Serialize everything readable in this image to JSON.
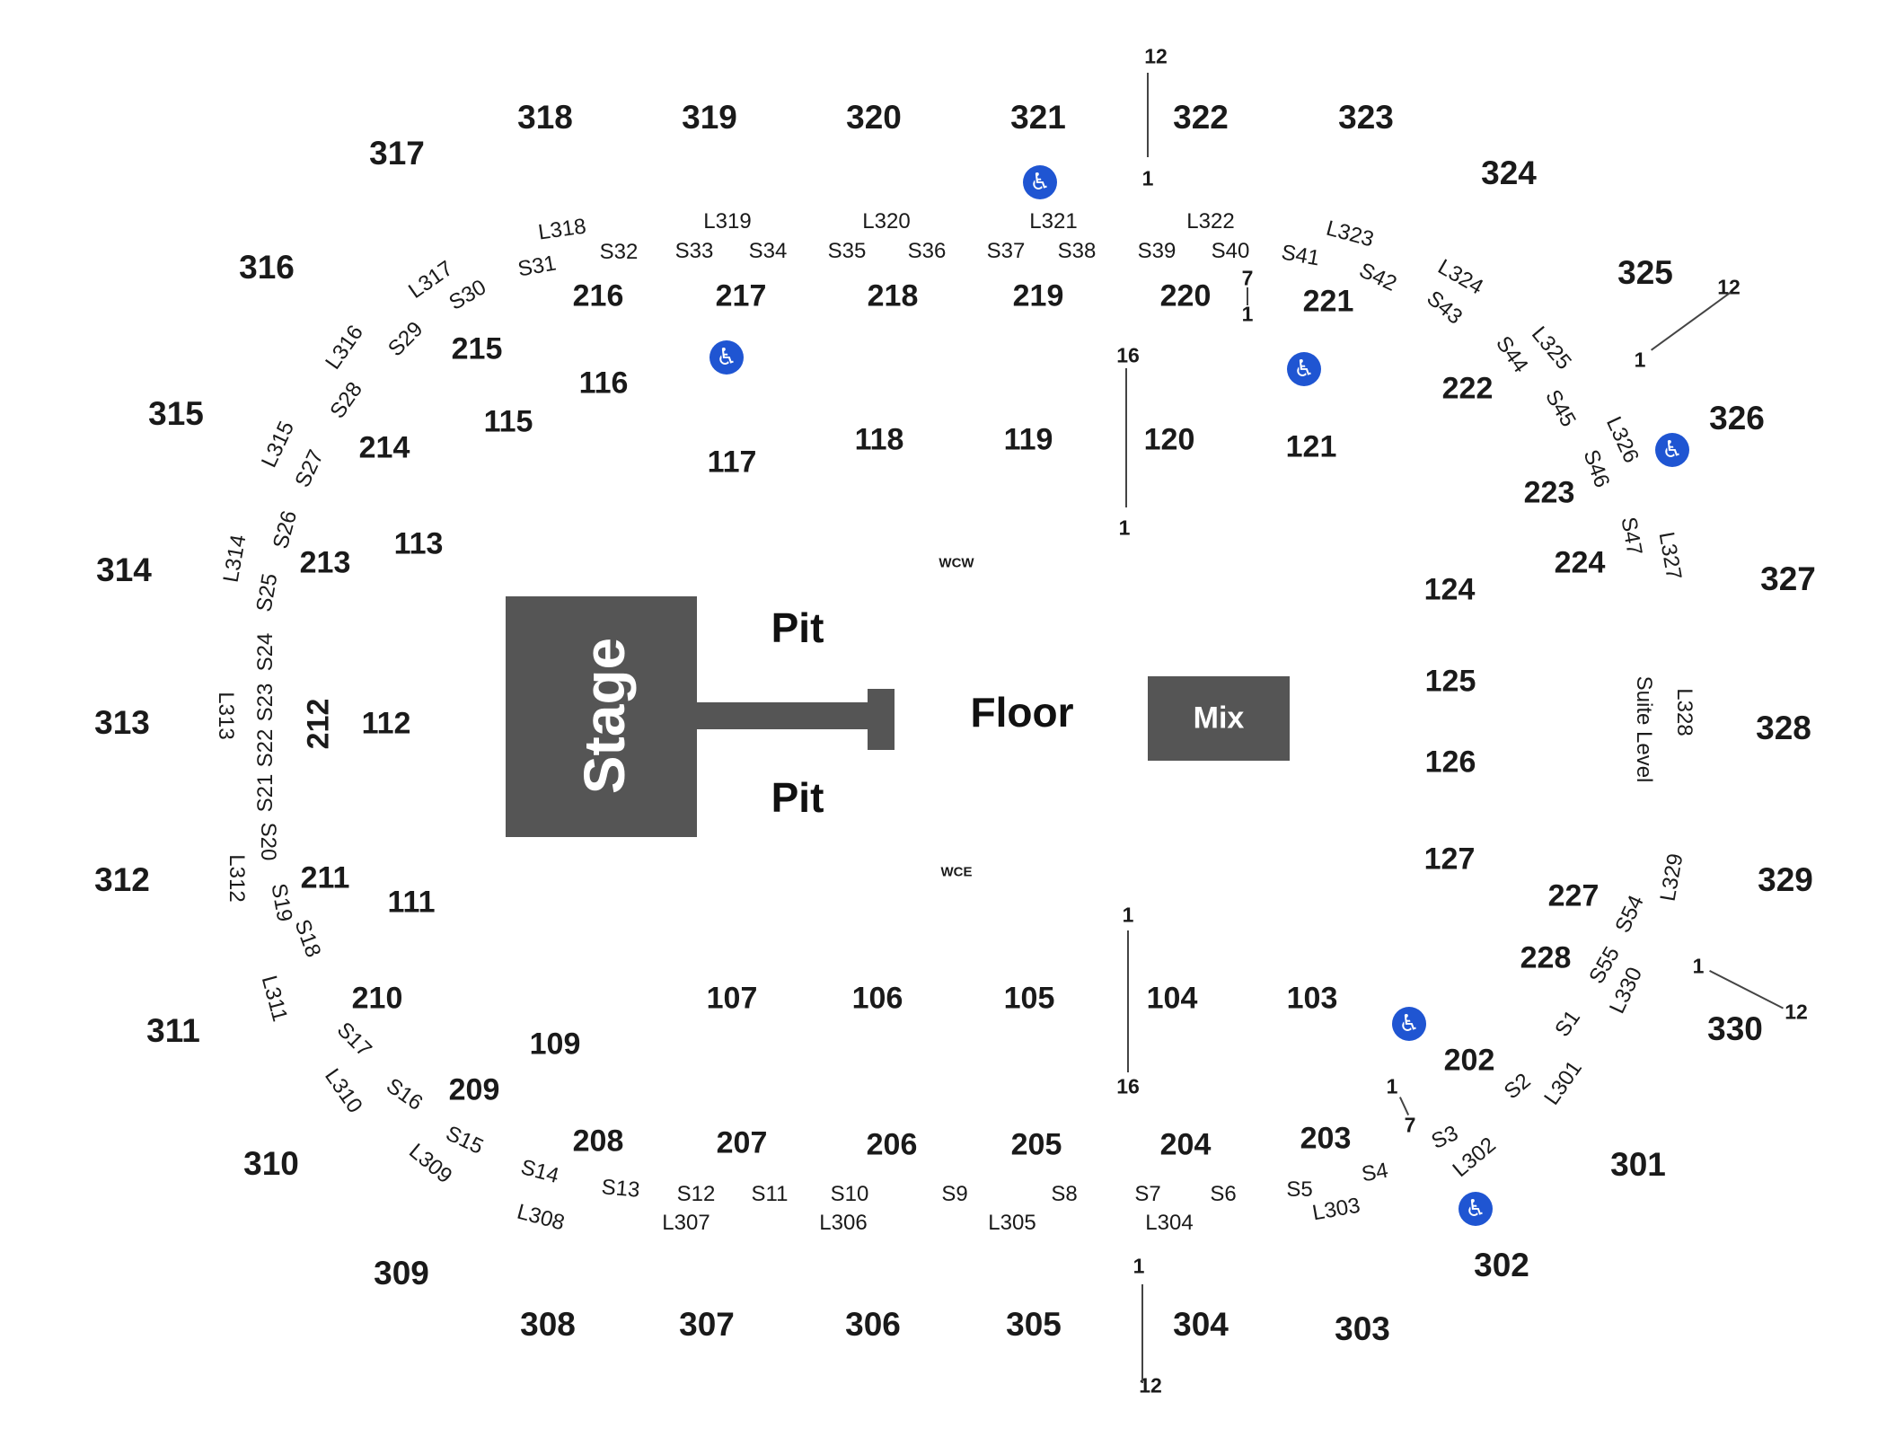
{
  "features": {
    "stage": "Stage",
    "pit_top": "Pit",
    "pit_bottom": "Pit",
    "floor": "Floor",
    "mix": "Mix",
    "suite_level": "Suite Level",
    "wcw": "WCW",
    "wce": "WCE",
    "accessible_icon": "wheelchair-icon"
  },
  "sections_300": [
    "317",
    "318",
    "319",
    "320",
    "321",
    "322",
    "323",
    "324",
    "325",
    "326",
    "327",
    "328",
    "329",
    "330",
    "301",
    "302",
    "303",
    "304",
    "305",
    "306",
    "307",
    "308",
    "309",
    "310",
    "311",
    "312",
    "313",
    "314",
    "315",
    "316"
  ],
  "sections_200": [
    "216",
    "217",
    "218",
    "219",
    "220",
    "221",
    "215",
    "222",
    "214",
    "223",
    "213",
    "224",
    "212",
    "211",
    "227",
    "228",
    "210",
    "202",
    "209",
    "208",
    "207",
    "206",
    "205",
    "204",
    "203"
  ],
  "sections_100": [
    "116",
    "115",
    "117",
    "118",
    "119",
    "120",
    "121",
    "113",
    "124",
    "125",
    "112",
    "126",
    "127",
    "111",
    "107",
    "106",
    "105",
    "104",
    "103",
    "109"
  ],
  "loge_boxes": [
    "L318",
    "L319",
    "L320",
    "L321",
    "L322",
    "L323",
    "L324",
    "L317",
    "L316",
    "L325",
    "L315",
    "L326",
    "L314",
    "L327",
    "L313",
    "L328",
    "L312",
    "L329",
    "L311",
    "L330",
    "L310",
    "L301",
    "L309",
    "L302",
    "L308",
    "L307",
    "L306",
    "L305",
    "L304",
    "L303"
  ],
  "suites": [
    "S31",
    "S32",
    "S33",
    "S34",
    "S35",
    "S36",
    "S37",
    "S38",
    "S39",
    "S40",
    "S41",
    "S42",
    "S43",
    "S30",
    "S29",
    "S44",
    "S28",
    "S45",
    "S27",
    "S46",
    "S26",
    "S47",
    "S25",
    "S24",
    "S23",
    "S22",
    "S21",
    "S20",
    "S19",
    "S18",
    "S17",
    "S16",
    "S15",
    "S14",
    "S13",
    "S12",
    "S11",
    "S10",
    "S9",
    "S8",
    "S7",
    "S6",
    "S5",
    "S4",
    "S3",
    "S2",
    "S1",
    "S54",
    "S55"
  ],
  "row_numbers": [
    "12",
    "1",
    "12",
    "1",
    "16",
    "1",
    "7",
    "1",
    "1",
    "16",
    "1",
    "12",
    "1",
    "12",
    "1",
    "7"
  ]
}
